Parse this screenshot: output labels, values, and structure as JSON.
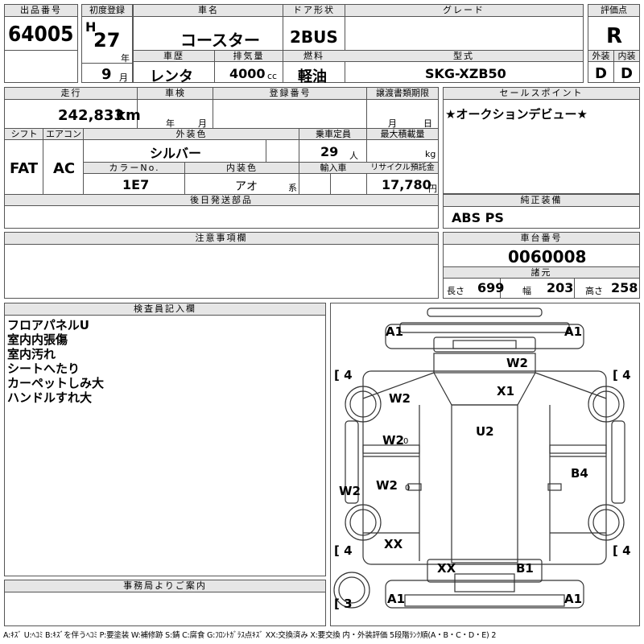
{
  "headers": {
    "lot_no": "出品番号",
    "first_reg": "初度登録",
    "car_name": "車名",
    "door": "ドア形状",
    "grade": "グレード",
    "score": "評価点",
    "car_history": "車歴",
    "displacement": "排気量",
    "fuel": "燃料",
    "model": "型式",
    "exterior": "外装",
    "interior": "内装",
    "mileage": "走行",
    "inspection": "車検",
    "reg_no": "登録番号",
    "transfer_deadline": "譲渡書類期限",
    "sales_point": "セールスポイント",
    "shift": "シフト",
    "aircon": "エアコン",
    "ext_color": "外装色",
    "capacity": "乗車定員",
    "max_load": "最大積載量",
    "color_no": "カラーNo.",
    "int_color": "内装色",
    "import": "輸入車",
    "recycle": "リサイクル預託金",
    "later_parts": "後日発送部品",
    "genuine_equip": "純正装備",
    "caution": "注意事項欄",
    "chassis_no": "車台番号",
    "dimensions": "諸元",
    "inspector": "検査員記入欄",
    "office": "事務局よりご案内"
  },
  "vehicle": {
    "lot_no": "64005",
    "era": "H",
    "year": "27",
    "year_unit": "年",
    "month": "9",
    "month_unit": "月",
    "car_name": "コースター",
    "door": "2BUS",
    "grade": "",
    "score": "R",
    "car_history": "レンタ",
    "displacement": "4000",
    "displacement_unit": "cc",
    "fuel": "軽油",
    "model": "SKG-XZB50",
    "exterior_grade": "D",
    "interior_grade": "D",
    "mileage": "242,833",
    "mileage_unit": "km",
    "inspection_year_unit": "年",
    "inspection_month_unit": "月",
    "transfer_month_unit": "月",
    "transfer_day_unit": "日",
    "sales_point": "★オークションデビュー★",
    "shift": "FAT",
    "aircon": "AC",
    "ext_color": "シルバー",
    "capacity": "29",
    "capacity_unit": "人",
    "max_load_unit": "kg",
    "color_no": "1E7",
    "int_color": "アオ",
    "int_color_unit": "系",
    "recycle": "17,780",
    "recycle_unit": "円",
    "genuine_equip": "ABS PS",
    "chassis_no": "0060008",
    "length_label": "長さ",
    "length": "699",
    "width_label": "幅",
    "width": "203",
    "height_label": "高さ",
    "height": "258"
  },
  "inspector_notes": [
    "フロアパネルU",
    "室内内張傷",
    "室内汚れ",
    "シートへたり",
    "カーペットしみ大",
    "ハンドルすれ大"
  ],
  "diagram_marks": {
    "a1_fl": "A1",
    "a1_fr": "A1",
    "w2_top": "W2",
    "x1": "X1",
    "w2_wheel": "W2",
    "u2": "U2",
    "w2_mid": "W2",
    "b4": "B4",
    "w2_side": "W2",
    "w2_lower": "W2",
    "xx_left": "XX",
    "xx_rear": "XX",
    "b1": "B1",
    "a1_rl": "A1",
    "a1_rr": "A1",
    "tire_fl": "[ 4",
    "tire_fr": "[ 4",
    "tire_rl": "[ 4",
    "tire_rr": "[ 4",
    "spare": "[ 3",
    "zero": "0"
  },
  "legend": "A:ｷｽﾞ U:ﾍｺﾐ B:ｷｽﾞを伴うﾍｺﾐ P:要塗装 W:補修跡 S:錆 C:腐食 G:ﾌﾛﾝﾄｶﾞﾗｽ点ｷｽﾞ XX:交換済み X:要交換 内・外装評価 5段階ﾗﾝｸ順(A・B・C・D・E) 2"
}
